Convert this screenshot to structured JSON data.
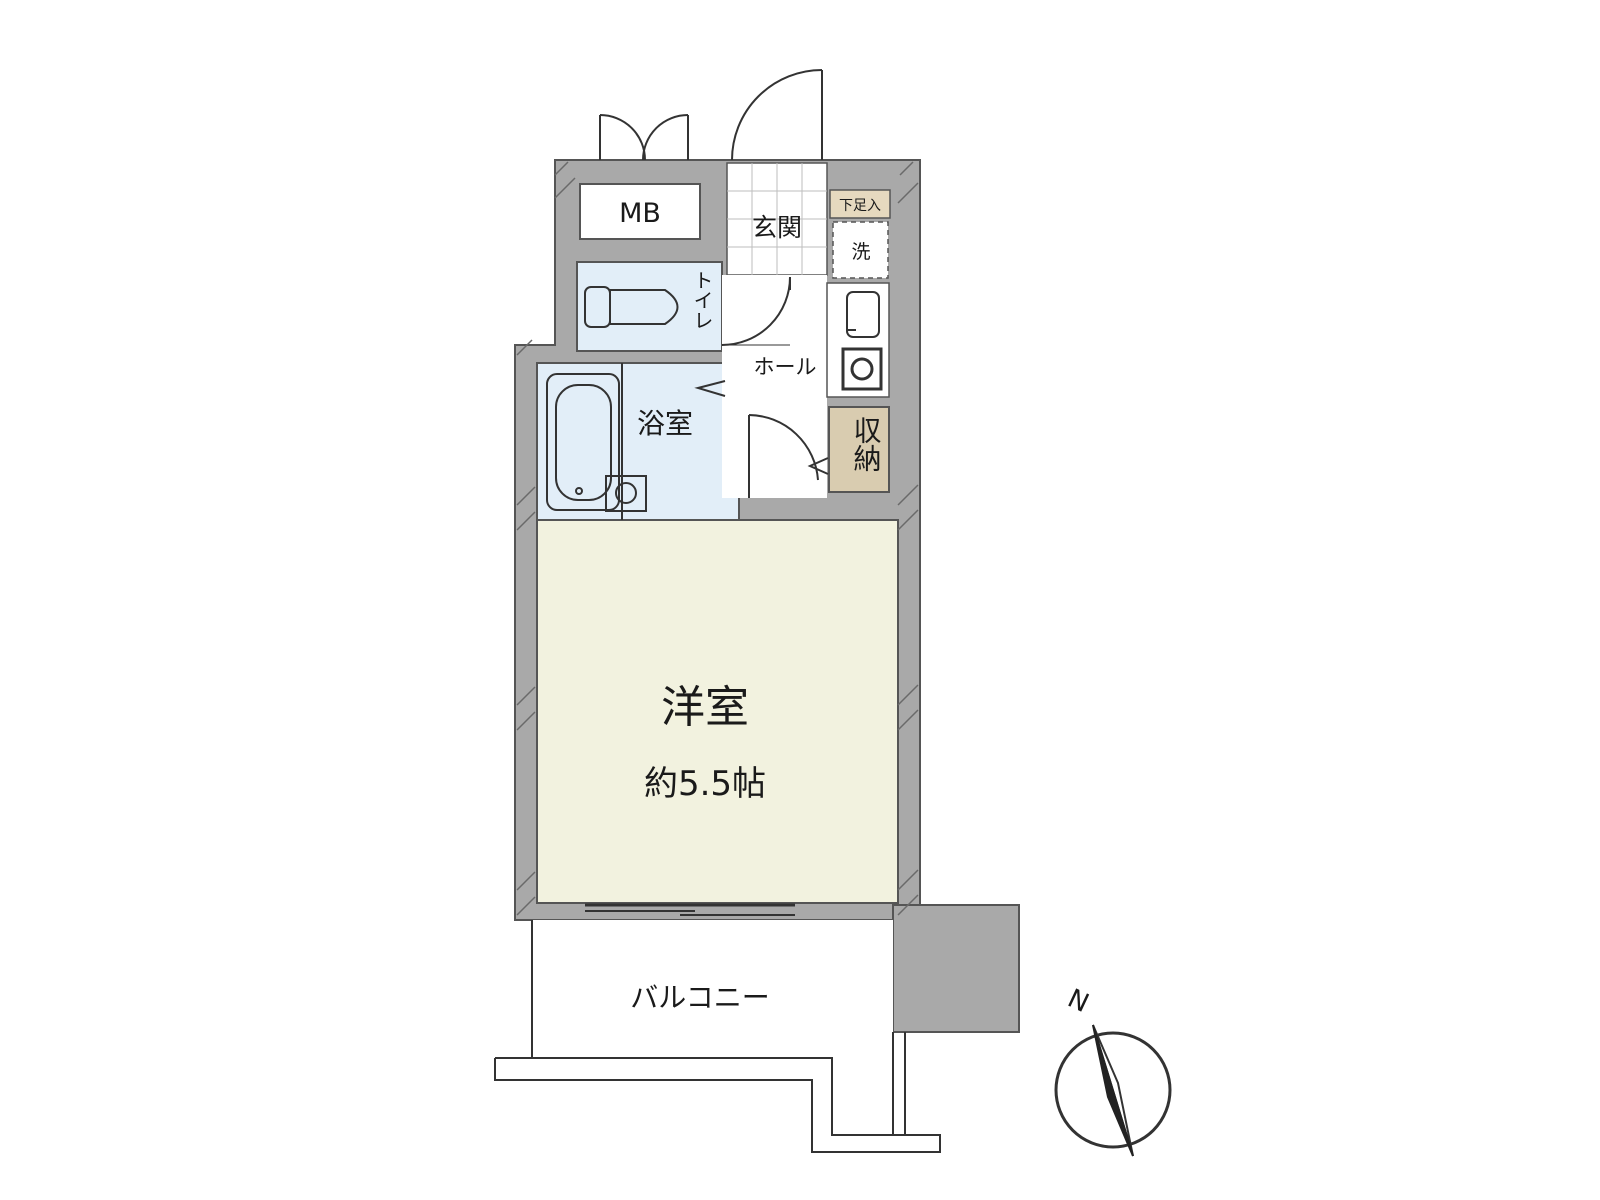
{
  "rooms": {
    "mb": "MB",
    "genkan": "玄関",
    "geta_ire": "下足入",
    "laundry": "洗",
    "toilet": "トイレ",
    "hall": "ホール",
    "bath": "浴室",
    "storage": "収納",
    "western_room": "洋室",
    "western_room_size": "約5.5帖",
    "balcony": "バルコニー"
  },
  "compass": {
    "north_label": "N"
  },
  "colors": {
    "wall": "#a9a9a9",
    "wall_outline": "#555555",
    "western_room_fill": "#f2f2df",
    "bath_fill": "#e2eef8",
    "toilet_fill": "#e2eef8",
    "storage_fill": "#d9ccb0",
    "geta_fill": "#e6d9bf",
    "balcony_fill": "#ffffff"
  }
}
